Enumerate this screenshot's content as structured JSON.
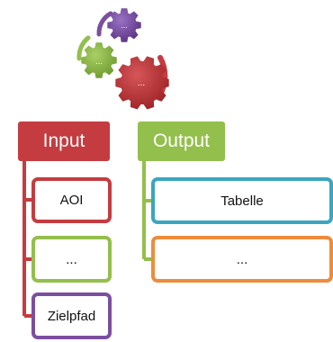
{
  "icon": {
    "purple_gear_label": "...",
    "green_gear_label": "...",
    "red_gear_label": "..."
  },
  "input": {
    "header": "Input",
    "items": [
      "AOI",
      "...",
      "Zielpfad"
    ]
  },
  "output": {
    "header": "Output",
    "items": [
      "Tabelle",
      "..."
    ]
  },
  "colors": {
    "red": "#c43c40",
    "green": "#93bf4c",
    "purple": "#7b4fa0",
    "blue": "#3aa6c1",
    "orange": "#ee8c3c"
  }
}
